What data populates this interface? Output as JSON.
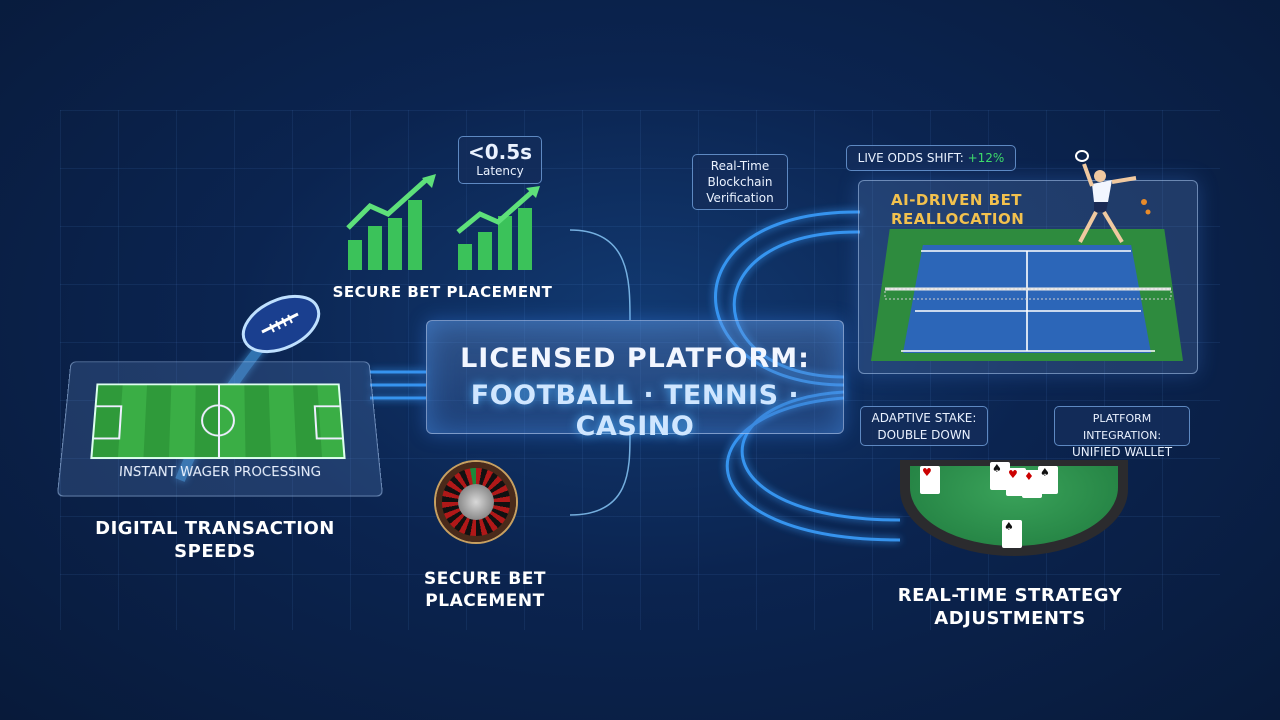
{
  "center": {
    "title": "LICENSED PLATFORM:",
    "subtitle": "FOOTBALL · TENNIS · CASINO"
  },
  "latency_callout": {
    "value": "<0.5s",
    "label": "Latency"
  },
  "blockchain_callout": {
    "line1": "Real-Time",
    "line2": "Blockchain",
    "line3": "Verification"
  },
  "odds_callout": {
    "label": "LIVE ODDS SHIFT: ",
    "value": "+12%",
    "value_color": "#3ddc6a"
  },
  "tennis_panel": {
    "title_line1": "AI-DRIVEN BET",
    "title_line2": "REALLOCATION",
    "title_color": "#f2c14e"
  },
  "stake_callout": {
    "line1": "ADAPTIVE STAKE:",
    "line2": "DOUBLE DOWN"
  },
  "wallet_callout": {
    "line1": "PLATFORM INTEGRATION:",
    "line2": "UNIFIED WALLET"
  },
  "labels": {
    "secure_bet_top": "SECURE BET PLACEMENT",
    "instant_wager": "INSTANT WAGER PROCESSING",
    "digital_speeds_1": "DIGITAL TRANSACTION",
    "digital_speeds_2": "SPEEDS",
    "secure_bet_bottom_1": "SECURE BET",
    "secure_bet_bottom_2": "PLACEMENT",
    "strategy_1": "REAL-TIME STRATEGY",
    "strategy_2": "ADJUSTMENTS"
  },
  "colors": {
    "accent_blue": "#3aa0ff",
    "growth_green": "#3bc25a"
  },
  "icons": [
    "football-icon",
    "growth-chart-icon",
    "roulette-wheel-icon",
    "tennis-player-icon",
    "blackjack-table-icon"
  ]
}
